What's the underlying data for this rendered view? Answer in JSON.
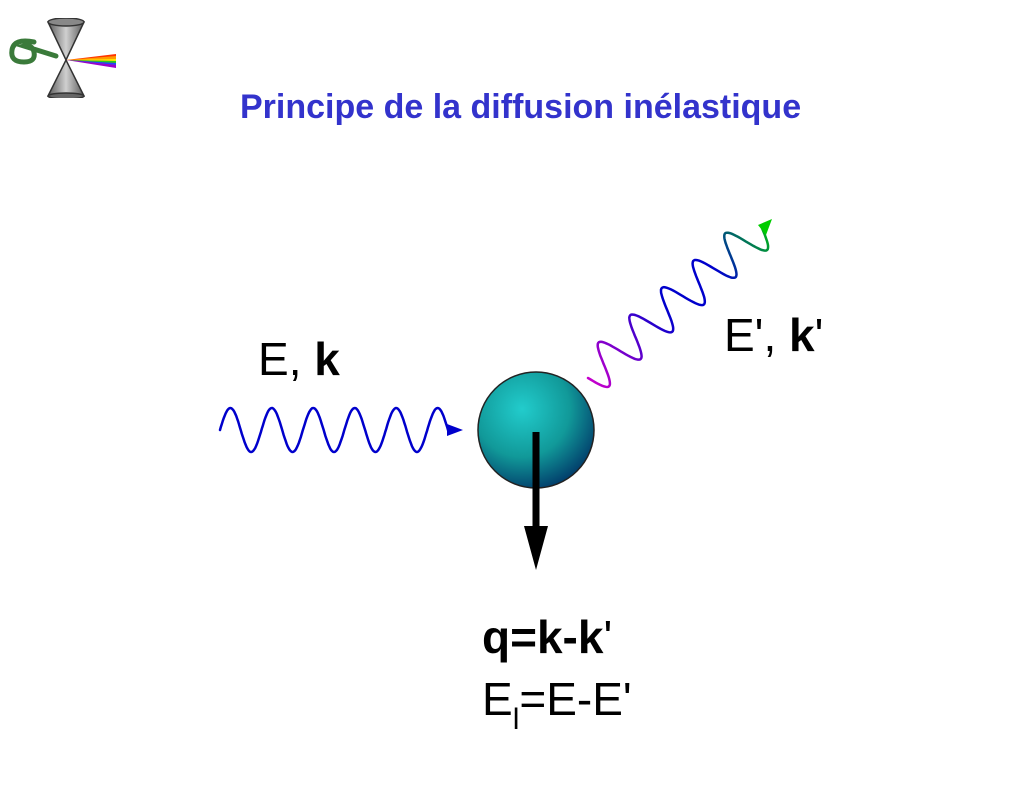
{
  "slide": {
    "title": "Principe de la diffusion inélastique"
  },
  "incident": {
    "energy": "E",
    "separator": ", ",
    "wavevector": "k",
    "wave_color": "#0000cc"
  },
  "scattered": {
    "energy": "E'",
    "separator": ", ",
    "wavevector": "k",
    "prime": "'",
    "wave_colors": [
      "#cc00cc",
      "#0000cc",
      "#00cc00"
    ]
  },
  "transfer": {
    "momentum_bold": "q=k-k",
    "momentum_prime": "'",
    "energy_symbol": "E",
    "energy_subscript": "l",
    "energy_rest": "=E-E'"
  },
  "particle": {
    "color_light": "#22cccc",
    "color_dark": "#003366"
  },
  "logo": {
    "icon": "light-cone-prism-logo-icon"
  }
}
